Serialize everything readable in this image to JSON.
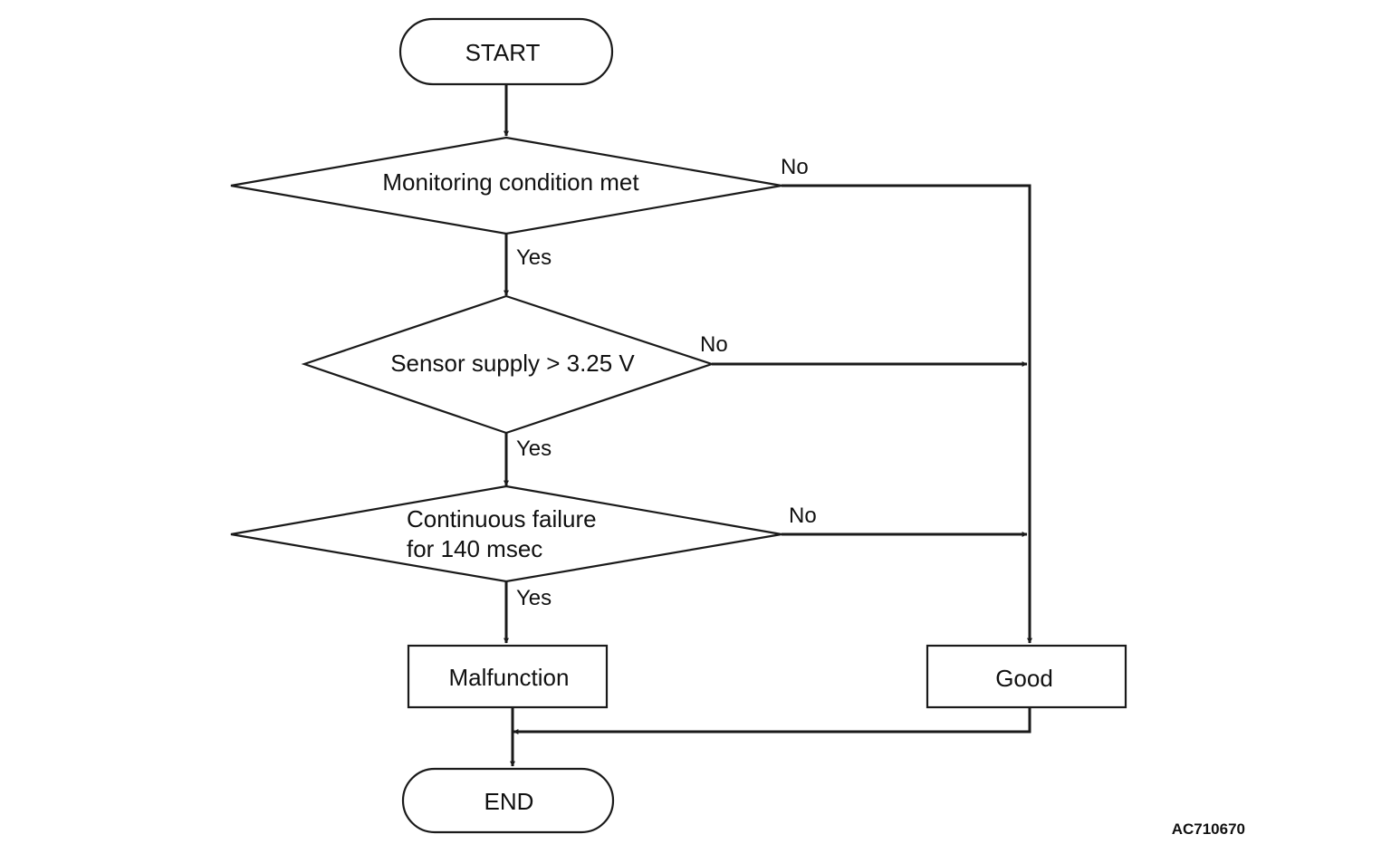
{
  "nodes": {
    "start": "START",
    "decision1": "Monitoring condition met",
    "decision2": "Sensor supply > 3.25 V",
    "decision3_line1": "Continuous failure",
    "decision3_line2": "for 140 msec",
    "malfunction": "Malfunction",
    "good": "Good",
    "end": "END"
  },
  "edges": {
    "d1_yes": "Yes",
    "d1_no": "No",
    "d2_yes": "Yes",
    "d2_no": "No",
    "d3_yes": "Yes",
    "d3_no": "No"
  },
  "figure_code": "AC710670"
}
